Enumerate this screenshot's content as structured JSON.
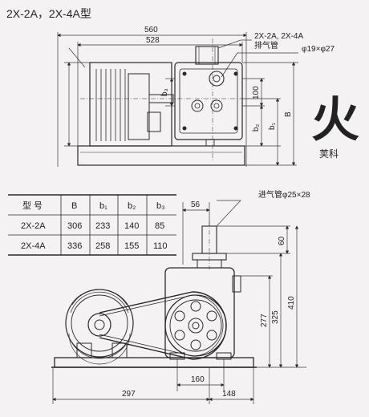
{
  "title": "2X-2A，2X-4A型",
  "top_view": {
    "dims": {
      "overall_length": "560",
      "base_length": "528",
      "outlet_spacing": "100",
      "b1": "b₁",
      "b2": "b₂",
      "b3": "b₃",
      "B": "B"
    },
    "outlet_label_1": "2X-2A, 2X-4A",
    "outlet_label_2": "排气管",
    "outlet_pipe_spec": "φ19×φ27"
  },
  "logo": {
    "glyph": "火",
    "brand": "荚科"
  },
  "table": {
    "headers": [
      "型 号",
      "B",
      "b₁",
      "b₂",
      "b₃"
    ],
    "rows": [
      [
        "2X-2A",
        "306",
        "233",
        "140",
        "85"
      ],
      [
        "2X-4A",
        "336",
        "258",
        "155",
        "110"
      ]
    ]
  },
  "front_view": {
    "inlet_label": "进气管φ25×28",
    "dims": {
      "inlet_offset": "56",
      "inlet_height": "60",
      "shaft_height": "277",
      "inlet_total": "325",
      "overall_height": "410",
      "foot_spacing": "160",
      "motor_length": "297",
      "pump_length": "148"
    }
  },
  "colors": {
    "line": "#2a282a",
    "dim_line": "#3a383a",
    "background": "#f4f2f3",
    "logo_ink": "#141214"
  }
}
